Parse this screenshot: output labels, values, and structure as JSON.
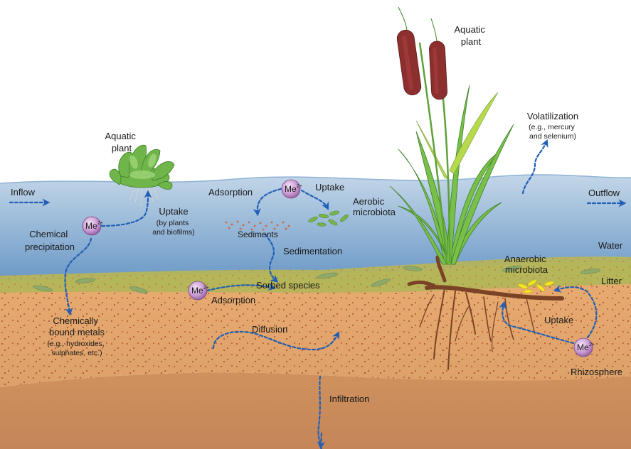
{
  "labels": {
    "aquatic_plant_left": [
      "Aquatic",
      "plant"
    ],
    "aquatic_plant_right": [
      "Aquatic",
      "plant"
    ],
    "volatilization": [
      "Volatilization"
    ],
    "volatilization_note": [
      "(e.g., mercury",
      "and selenium)"
    ],
    "inflow": "Inflow",
    "outflow": "Outflow",
    "adsorption_water": "Adsorption",
    "uptake_water": "Uptake",
    "aerobic_microbiota": [
      "Aerobic",
      "microbiota"
    ],
    "uptake_plants": [
      "Uptake"
    ],
    "uptake_plants_note": [
      "(by plants",
      "and biofilms)"
    ],
    "chemical_precipitation": [
      "Chemical",
      "precipitation"
    ],
    "sediments": "Sediments",
    "sedimentation": "Sedimentation",
    "water": "Water",
    "anaerobic_microbiota": [
      "Anaerobic",
      "microbiota"
    ],
    "litter": "Litter",
    "sorbed_species": "Sorbed species",
    "adsorption_soil": "Adsorption",
    "uptake_roots": "Uptake",
    "chemically_bound": [
      "Chemically",
      "bound metals"
    ],
    "chemically_bound_note": [
      "(e.g., hydroxides,",
      "sulphates, etc.)"
    ],
    "diffusion": "Diffusion",
    "rhizosphere": "Rhizosphere",
    "infiltration": "Infiltration"
  },
  "ion": {
    "symbol": "Me",
    "charge": "2+"
  },
  "colors": {
    "water_top": "#b9cfe3",
    "water_bottom": "#6f9cc9",
    "litter": "#b8bb55",
    "soil": "#e2a56b",
    "subsoil": "#c88a5a",
    "flow_arrow": "#1f5fb5",
    "ion_fill": "#b98ac4",
    "cattail_head": "#8e2f2f",
    "leaf": "#7cbf4a",
    "root": "#7a4326"
  }
}
